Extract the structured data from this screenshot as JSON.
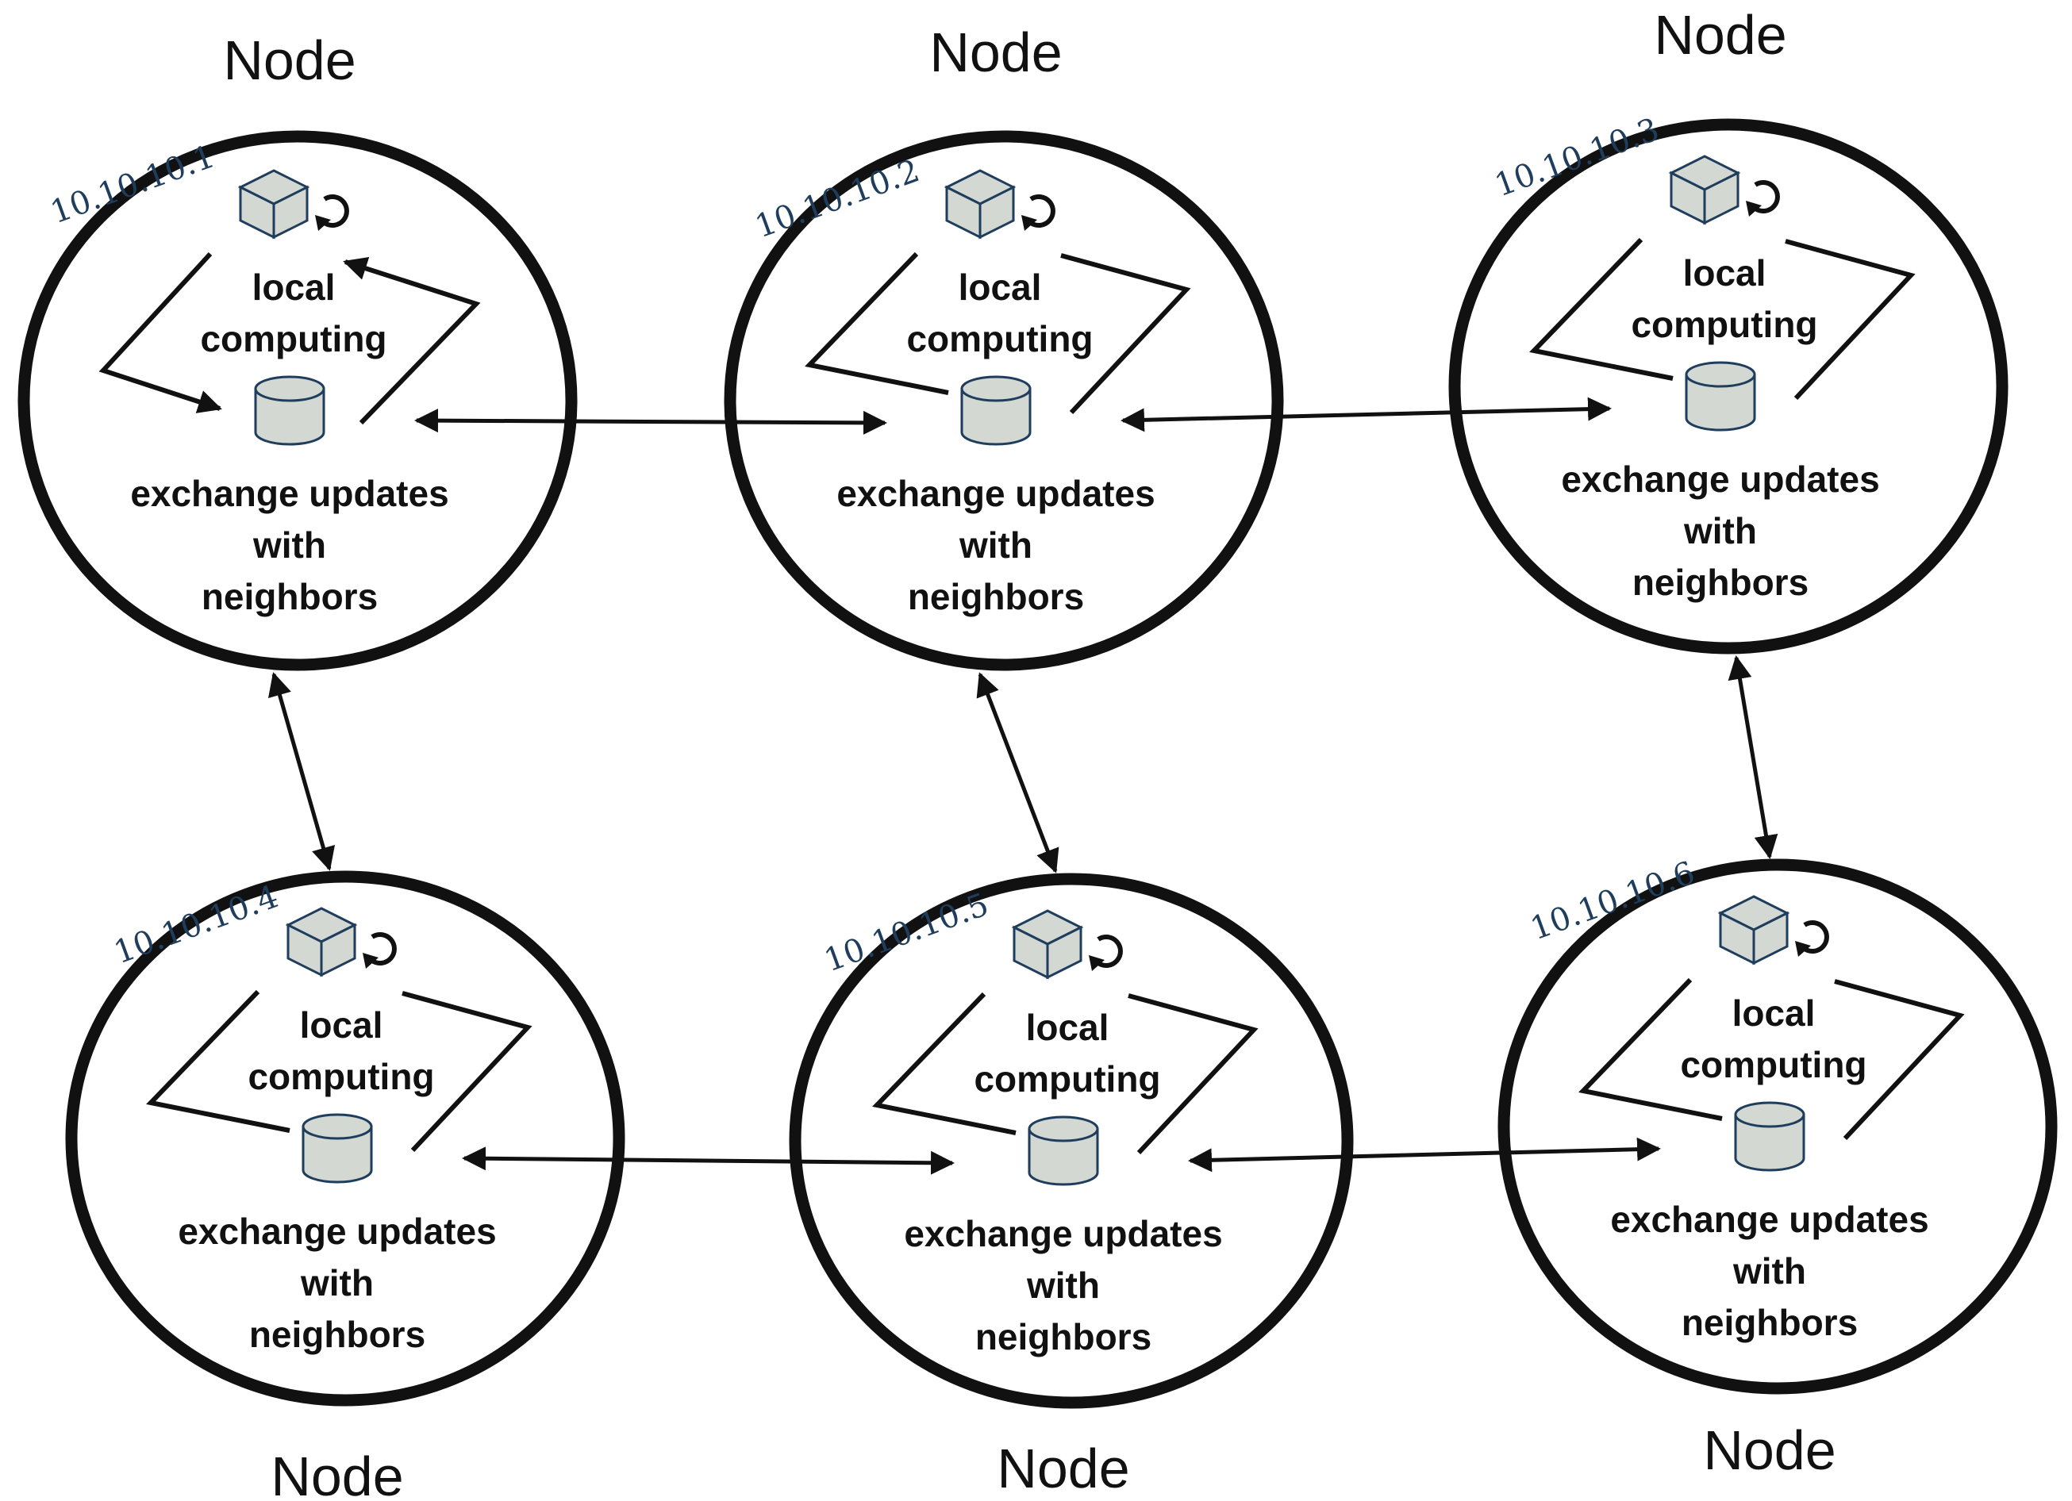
{
  "diagram": {
    "nodes": [
      {
        "title": "Node",
        "ip": "10.10.10.1",
        "compute_line1": "local",
        "compute_line2": "computing",
        "exchange_line1": "exchange updates",
        "exchange_line2": "with",
        "exchange_line3": "neighbors"
      },
      {
        "title": "Node",
        "ip": "10.10.10.2",
        "compute_line1": "local",
        "compute_line2": "computing",
        "exchange_line1": "exchange updates",
        "exchange_line2": "with",
        "exchange_line3": "neighbors"
      },
      {
        "title": "Node",
        "ip": "10.10.10.3",
        "compute_line1": "local",
        "compute_line2": "computing",
        "exchange_line1": "exchange updates",
        "exchange_line2": "with",
        "exchange_line3": "neighbors"
      },
      {
        "title": "Node",
        "ip": "10.10.10.4",
        "compute_line1": "local",
        "compute_line2": "computing",
        "exchange_line1": "exchange updates",
        "exchange_line2": "with",
        "exchange_line3": "neighbors"
      },
      {
        "title": "Node",
        "ip": "10.10.10.5",
        "compute_line1": "local",
        "compute_line2": "computing",
        "exchange_line1": "exchange updates",
        "exchange_line2": "with",
        "exchange_line3": "neighbors"
      },
      {
        "title": "Node",
        "ip": "10.10.10.6",
        "compute_line1": "local",
        "compute_line2": "computing",
        "exchange_line1": "exchange updates",
        "exchange_line2": "with",
        "exchange_line3": "neighbors"
      }
    ],
    "links": [
      {
        "from": "10.10.10.1",
        "to": "10.10.10.2"
      },
      {
        "from": "10.10.10.2",
        "to": "10.10.10.3"
      },
      {
        "from": "10.10.10.4",
        "to": "10.10.10.5"
      },
      {
        "from": "10.10.10.5",
        "to": "10.10.10.6"
      },
      {
        "from": "10.10.10.1",
        "to": "10.10.10.4"
      },
      {
        "from": "10.10.10.2",
        "to": "10.10.10.5"
      },
      {
        "from": "10.10.10.3",
        "to": "10.10.10.6"
      }
    ],
    "colors": {
      "outline": "#111111",
      "icon_fill": "#d3d8d2",
      "icon_stroke": "#1f3d5c",
      "ip_text": "#1f3d5c"
    },
    "icons": {
      "compute": "cube-icon",
      "refresh": "refresh-icon",
      "storage": "database-cylinder-icon"
    }
  }
}
